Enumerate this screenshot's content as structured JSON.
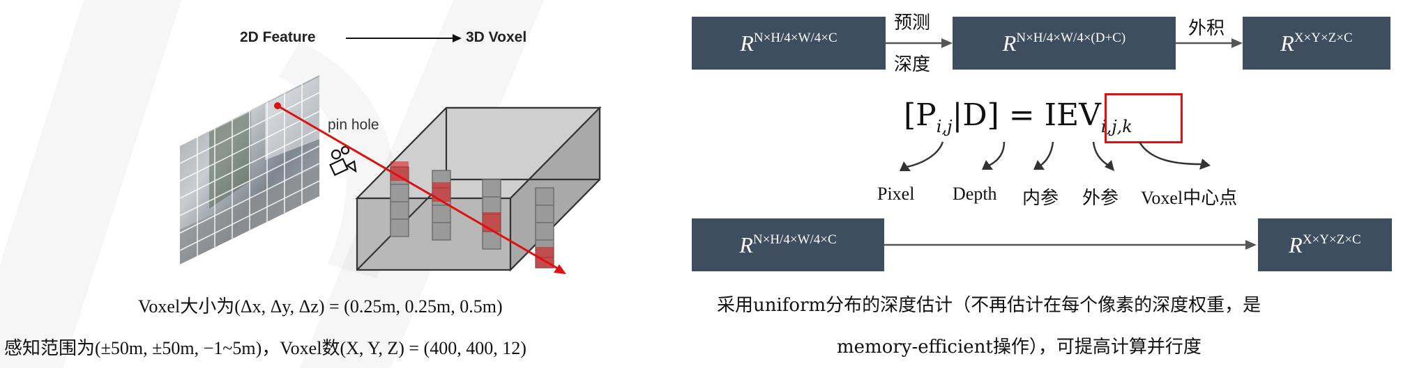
{
  "left": {
    "feature_label": "2D Feature",
    "voxel_label": "3D Voxel",
    "pinhole_label": "pin hole",
    "caption1": "Voxel大小为(Δx, Δy, Δz) = (0.25m, 0.25m, 0.5m)",
    "caption2": "感知范围为(±50m, ±50m, −1~5m)，Voxel数(X, Y, Z) = (400, 400, 12)"
  },
  "right": {
    "box1": {
      "base": "R",
      "sup": "N×H/4×W/4×C"
    },
    "box2": {
      "base": "R",
      "sup": "N×H/4×W/4×(D+C)"
    },
    "box3": {
      "base": "R",
      "sup": "X×Y×Z×C"
    },
    "arrow1_top": "预测",
    "arrow1_bottom": "深度",
    "arrow2_top": "外积",
    "formula": {
      "lhs": "[P",
      "lhs_sub": "i,j",
      "mid": "|D] = IE",
      "v": "V",
      "v_sub": "i,j,k"
    },
    "terms": [
      "Pixel",
      "Depth",
      "内参",
      "外参",
      "Voxel中心点"
    ],
    "box4": {
      "base": "R",
      "sup": "N×H/4×W/4×C"
    },
    "box5": {
      "base": "R",
      "sup": "X×Y×Z×C"
    },
    "desc1": "采用uniform分布的深度估计（不再估计在每个像素的深度权重，是",
    "desc2": "memory-efficient操作），可提高计算并行度"
  },
  "colors": {
    "box_fill": "#3e4d60",
    "highlight_red": "#e01010",
    "ray_red": "#e01010"
  }
}
